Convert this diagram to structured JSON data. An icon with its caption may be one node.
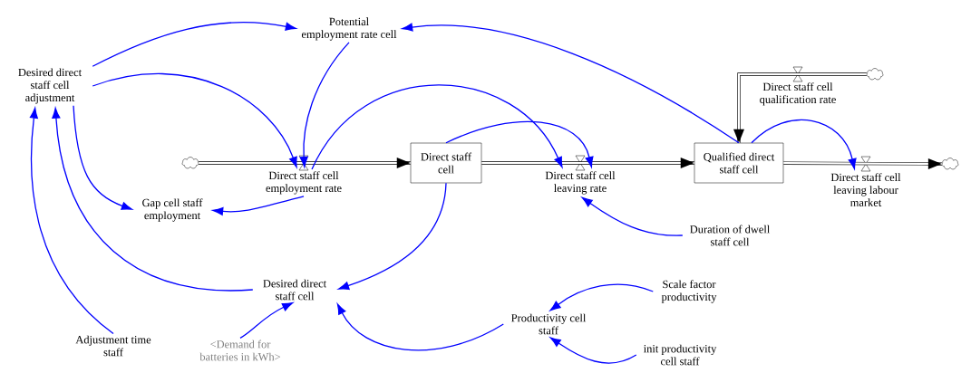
{
  "diagram": {
    "nodes": [
      {
        "text": [
          "Potential employment rate cell"
        ]
      },
      {
        "text": [
          "Desired direct staff cell adjustment"
        ]
      },
      {
        "text": [
          "Direct staff cell employment rate"
        ]
      },
      {
        "text": [
          "Direct staff cell"
        ]
      },
      {
        "text": [
          "Direct staff cell leaving rate"
        ]
      },
      {
        "text": [
          "Qualified direct staff cell"
        ]
      },
      {
        "text": [
          "Direct staff cell qualification rate"
        ]
      },
      {
        "text": [
          "Direct staff cell leaving labour market"
        ]
      },
      {
        "text": [
          "Gap cell staff employment"
        ]
      },
      {
        "text": [
          "Duration of dwell staff cell"
        ]
      },
      {
        "text": [
          "Desired direct staff cell"
        ]
      },
      {
        "text": [
          "Adjustment time staff"
        ]
      },
      {
        "text": [
          "<Demand for batteries in kWh>"
        ]
      },
      {
        "text": [
          "Productivity cell staff"
        ]
      },
      {
        "text": [
          "Scale factor productivity"
        ]
      },
      {
        "text": [
          "init productivity cell staff"
        ]
      },
      {
        "text": [],
        "shape": "cloud"
      },
      {
        "text": [],
        "shape": "cloud"
      },
      {
        "text": [],
        "shape": "cloud"
      }
    ],
    "edges": [
      {
        "from": 16,
        "to": 3,
        "arrow": "to",
        "style": "thick",
        "color": "#000000"
      },
      {
        "from": 3,
        "to": 5,
        "arrow": "to",
        "style": "thick",
        "color": "#000000"
      },
      {
        "from": 5,
        "to": 18,
        "arrow": "to",
        "style": "thick",
        "color": "#000000"
      },
      {
        "from": 17,
        "to": 5,
        "arrow": "to",
        "style": "thick",
        "color": "#000000"
      },
      {
        "from": 1,
        "to": 0,
        "arrow": "to"
      },
      {
        "from": 1,
        "to": 2,
        "arrow": "to"
      },
      {
        "from": 0,
        "to": 2,
        "arrow": "to"
      },
      {
        "from": 2,
        "to": 4,
        "arrow": "to"
      },
      {
        "from": 3,
        "to": 4,
        "arrow": "to"
      },
      {
        "from": 5,
        "to": 0,
        "arrow": "to"
      },
      {
        "from": 5,
        "to": 7,
        "arrow": "to"
      },
      {
        "from": 2,
        "to": 8,
        "arrow": "to"
      },
      {
        "from": 1,
        "to": 8,
        "arrow": "to"
      },
      {
        "from": 11,
        "to": 1,
        "arrow": "to"
      },
      {
        "from": 10,
        "to": 1,
        "arrow": "to"
      },
      {
        "from": 3,
        "to": 10,
        "arrow": "to"
      },
      {
        "from": 12,
        "to": 10,
        "arrow": "to"
      },
      {
        "from": 13,
        "to": 10,
        "arrow": "to"
      },
      {
        "from": 14,
        "to": 13,
        "arrow": "to"
      },
      {
        "from": 15,
        "to": 13,
        "arrow": "to"
      },
      {
        "from": 9,
        "to": 4,
        "arrow": "to"
      }
    ]
  }
}
